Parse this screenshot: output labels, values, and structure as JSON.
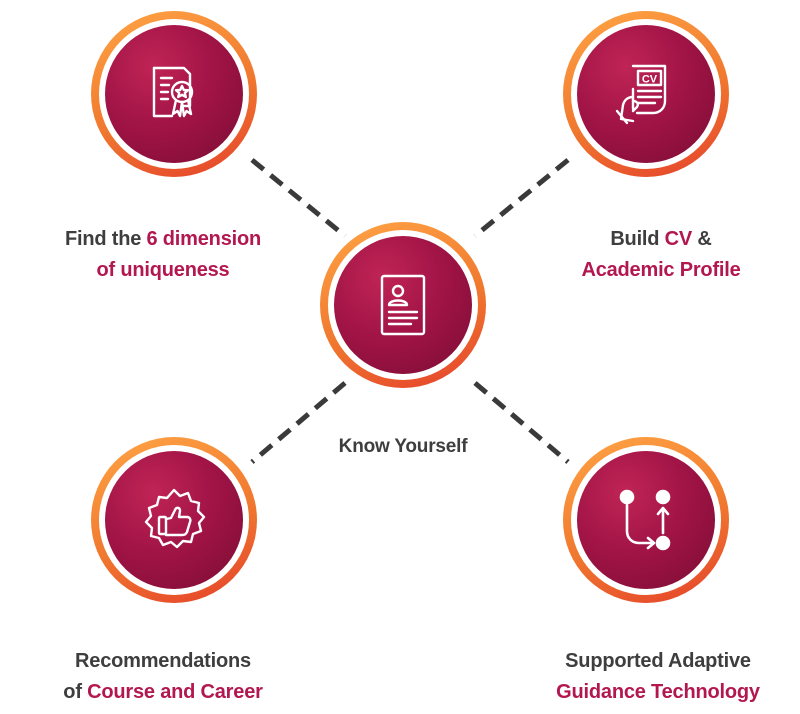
{
  "diagram": {
    "center": {
      "label": "Know Yourself",
      "icon": "resume-profile-icon"
    },
    "nodes": [
      {
        "id": "top-left",
        "icon": "certificate-award-icon",
        "line1": [
          {
            "text": "Find the ",
            "highlight": false
          },
          {
            "text": "6 dimension",
            "highlight": true
          }
        ],
        "line2": [
          {
            "text": "of uniqueness",
            "highlight": true
          }
        ]
      },
      {
        "id": "top-right",
        "icon": "cv-document-hand-icon",
        "line1": [
          {
            "text": "Build ",
            "highlight": false
          },
          {
            "text": "CV",
            "highlight": true
          },
          {
            "text": " &",
            "highlight": false
          }
        ],
        "line2": [
          {
            "text": "Academic Profile",
            "highlight": true
          }
        ]
      },
      {
        "id": "bottom-left",
        "icon": "thumbs-up-badge-icon",
        "line1": [
          {
            "text": "Recommendations",
            "highlight": false
          }
        ],
        "line2": [
          {
            "text": "of ",
            "highlight": false
          },
          {
            "text": "Course and Career",
            "highlight": true
          }
        ]
      },
      {
        "id": "bottom-right",
        "icon": "flow-nodes-icon",
        "line1": [
          {
            "text": "Supported Adaptive",
            "highlight": false
          }
        ],
        "line2": [
          {
            "text": "Guidance Technology",
            "highlight": true
          }
        ]
      }
    ],
    "colors": {
      "accent": "#b3174f",
      "text": "#3e3e3e",
      "ring_orange": "#f0782f",
      "core_crimson": "#a21446",
      "connector": "#3a3a3a"
    }
  }
}
